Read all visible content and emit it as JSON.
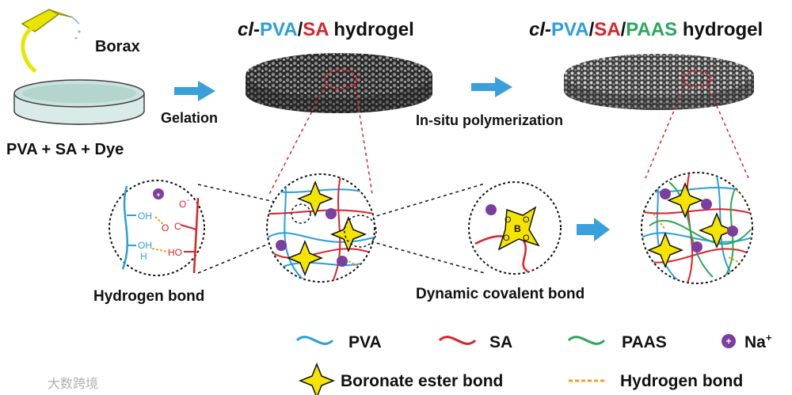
{
  "colors": {
    "pva": "#2a9fd8",
    "sa": "#d8232a",
    "paas": "#2aa65a",
    "na": "#7b3fa0",
    "hbond": "#f0a020",
    "star": "#f5e400",
    "arrow": "#3aa0dc"
  },
  "labels": {
    "borax": "Borax",
    "start_mix": "PVA + SA + Dye",
    "gelation": "Gelation",
    "in_situ": "In-situ polymerization",
    "hydrogen_bond_caption": "Hydrogen bond",
    "dynamic_bond_caption": "Dynamic covalent bond"
  },
  "titles": {
    "gel1": {
      "prefix": "cl-",
      "pva": "PVA",
      "sep1": "/",
      "sa": "SA",
      "suffix": " hydrogel"
    },
    "gel2": {
      "prefix": "cl-",
      "pva": "PVA",
      "sep1": "/",
      "sa": "SA",
      "sep2": "/",
      "paas": "PAAS",
      "suffix": " hydrogel"
    }
  },
  "chem": {
    "oh1": "OH",
    "oh2": "OH",
    "h": "H",
    "ho": "HO",
    "o_minus": "O",
    "minus": "-",
    "o_left": "O",
    "c": "C",
    "b": "B",
    "o_tl": "O",
    "o_tr": "O",
    "o_bl": "O",
    "o_br": "O"
  },
  "legend": {
    "pva": "PVA",
    "sa": "SA",
    "paas": "PAAS",
    "na": "Na",
    "na_sup": "+",
    "boronate": "Boronate ester bond",
    "hbond": "Hydrogen bond"
  },
  "watermark": "大数跨境"
}
